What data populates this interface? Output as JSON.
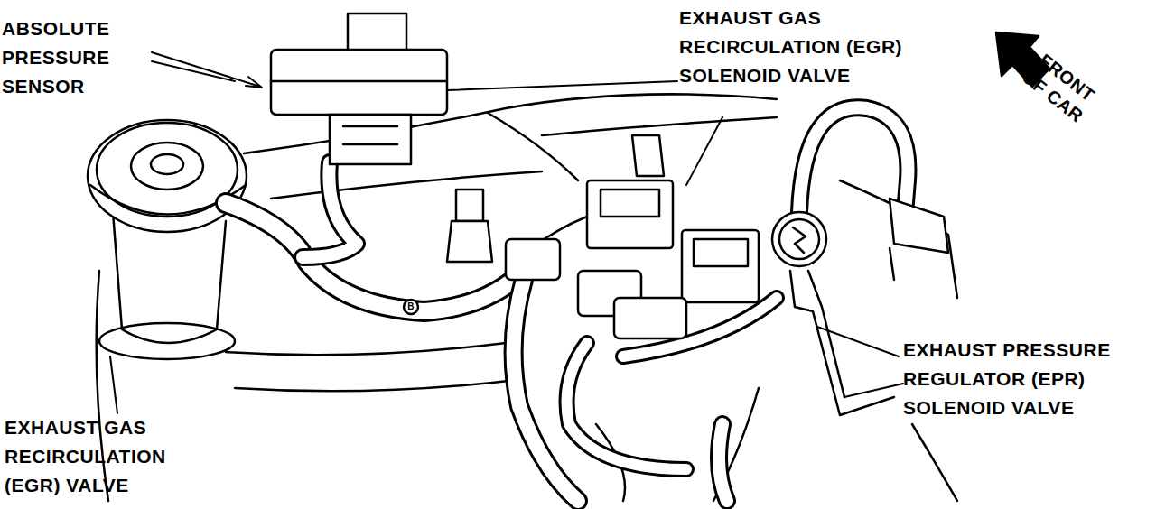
{
  "diagram": {
    "labels": [
      "ABSOLUTE PRESSURE SENSOR",
      "EXHAUST GAS RECIRCULATION (EGR) SOLENOID VALVE",
      "FRONT OF CAR",
      "EXHAUST PRESSURE REGULATOR (EPR) SOLENOID VALVE",
      "EXHAUST GAS RECIRCULATION (EGR) VALVE",
      "B"
    ]
  }
}
